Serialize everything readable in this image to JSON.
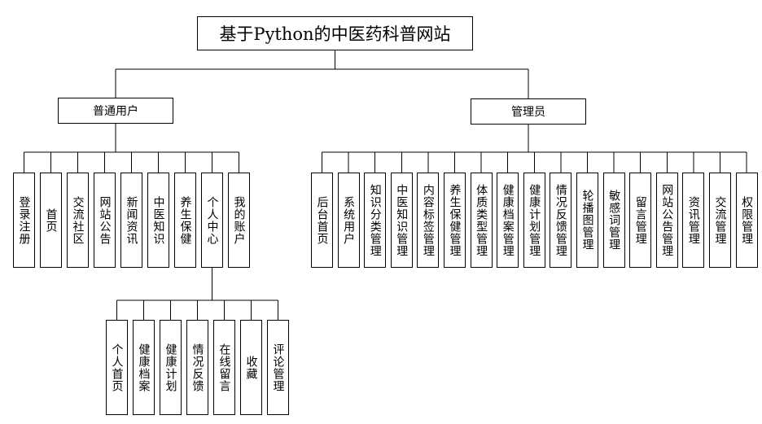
{
  "title": "基于Python的中医药科普网站",
  "user": {
    "label": "普通用户",
    "modules": [
      "登录注册",
      "首页",
      "交流社区",
      "网站公告",
      "新闻资讯",
      "中医知识",
      "养生保健",
      "个人中心",
      "我的账户"
    ],
    "personal_center": {
      "modules": [
        "个人首页",
        "健康档案",
        "健康计划",
        "情况反馈",
        "在线留言",
        "收藏",
        "评论管理"
      ]
    }
  },
  "admin": {
    "label": "管理员",
    "modules": [
      "后台首页",
      "系统用户",
      "知识分类管理",
      "中医知识管理",
      "内容标签管理",
      "养生保健管理",
      "体质类型管理",
      "健康档案管理",
      "健康计划管理",
      "情况反馈管理",
      "轮播图管理",
      "敏感词管理",
      "留言管理",
      "网站公告管理",
      "资讯管理",
      "交流管理",
      "权限管理"
    ]
  }
}
